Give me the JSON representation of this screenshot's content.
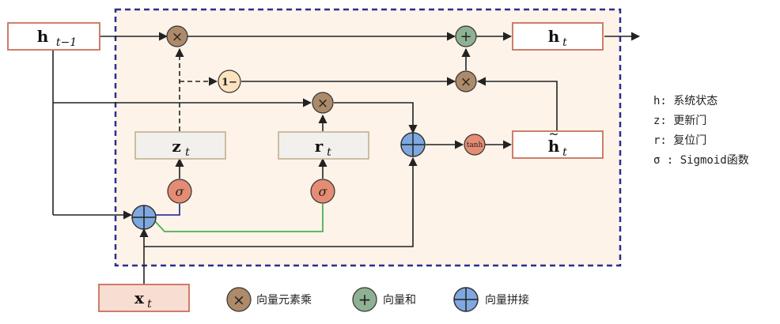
{
  "labels": {
    "h_prev": {
      "main": "h",
      "sub": "t−1"
    },
    "h_t": {
      "main": "h",
      "sub": "t"
    },
    "h_tilde": {
      "main": "h",
      "sub": "t",
      "accent": "~"
    },
    "z_t": {
      "main": "z",
      "sub": "t"
    },
    "r_t": {
      "main": "r",
      "sub": "t"
    },
    "x_t": {
      "main": "x",
      "sub": "t"
    },
    "one_minus": "1−",
    "tanh": "tanh",
    "sigma": "σ",
    "times": "×",
    "plus": "+"
  },
  "annotations": [
    "h: 系统状态",
    "z: 更新门",
    "r: 复位门",
    "σ : Sigmoid函数"
  ],
  "legend": [
    {
      "symbol": "×",
      "label": "向量元素乘"
    },
    {
      "symbol": "+",
      "label": "向量和"
    },
    {
      "symbol": "+",
      "label": "向量拼接"
    }
  ],
  "colors": {
    "background_panel": "#fdf3e9",
    "dashed_border": "#2a2f8f",
    "box_red_border": "#c9705a",
    "box_beige_fill": "#f2f0ec",
    "box_beige_border": "#c8b79a",
    "mul_node": "#ad8a6a",
    "add_node": "#8fb193",
    "concat_node": "#7fa8e0",
    "sigma_node": "#e58c74",
    "one_minus_node": "#fbe3bf",
    "z_line": "#2c3aa0",
    "r_line": "#4cb050"
  },
  "icons": {
    "multiply": "multiply-icon",
    "add": "add-icon",
    "concat": "concat-icon"
  }
}
